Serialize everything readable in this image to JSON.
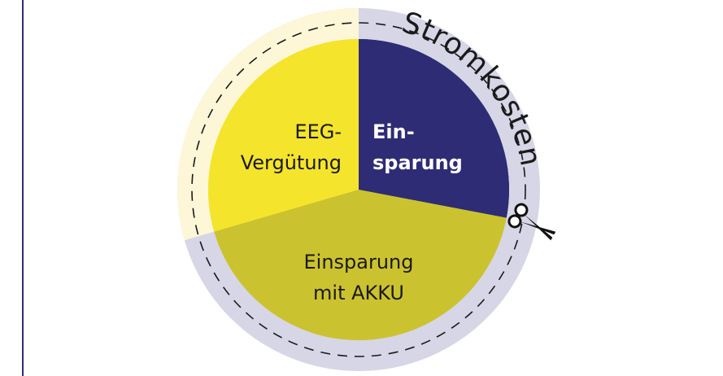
{
  "ring_label": "Stromkosten",
  "colors": {
    "navy": "#2e2c74",
    "yellow": "#f4e42c",
    "olive": "#cbc22f",
    "ring_gray": "#d6d6e6",
    "ring_yellow": "#fdf7d7",
    "text_dark": "#1a1a1a",
    "text_light": "#ffffff"
  },
  "icons": {
    "cut": "scissors-icon"
  },
  "chart_data": {
    "type": "pie",
    "title": "Stromkosten",
    "slices": [
      {
        "label_lines": [
          "Ein-",
          "sparung"
        ],
        "value": 28,
        "color": "#2e2c74",
        "text_color": "#ffffff"
      },
      {
        "label_lines": [
          "Einsparung",
          "mit AKKU"
        ],
        "value": 42.5,
        "color": "#cbc22f",
        "text_color": "#1a1a1a"
      },
      {
        "label_lines": [
          "EEG-",
          "Vergütung"
        ],
        "value": 29.5,
        "color": "#f4e42c",
        "text_color": "#1a1a1a"
      }
    ]
  }
}
